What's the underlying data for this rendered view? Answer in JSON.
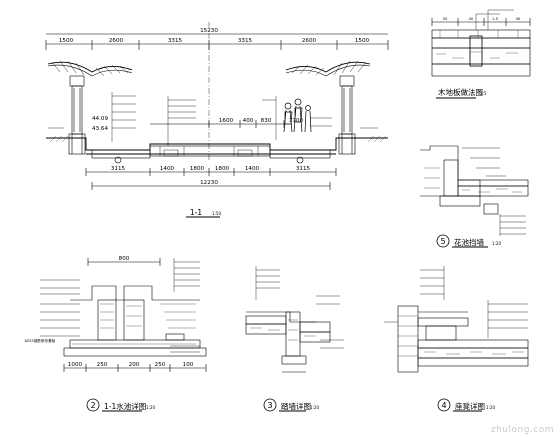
{
  "section_1": {
    "top_dims": [
      "1500",
      "2600",
      "3315",
      "3315",
      "2600",
      "1500"
    ],
    "overall_top": "15230",
    "mid_dims": [
      "1600",
      "400",
      "830",
      "1700"
    ],
    "bottom_dims": [
      "3115",
      "1400",
      "1800",
      "1800",
      "1400",
      "3115"
    ],
    "overall_bottom": "12230",
    "levels": [
      "44.09",
      "43.64"
    ],
    "title": "1-1",
    "scale": "1:50"
  },
  "wood_floor": {
    "title": "木地板做法图",
    "scale": "1:5",
    "top_dims": [
      "50",
      "40",
      "1.5",
      "40"
    ]
  },
  "detail_2": {
    "number": "2",
    "title": "1-1水池详图",
    "scale": "1:20",
    "dims": [
      "1000",
      "250",
      "200",
      "250",
      "100"
    ],
    "top_dim": "800",
    "note": "1Ø25钢筋条形基础"
  },
  "detail_3": {
    "number": "3",
    "title": "踏墙详图",
    "scale": "1:20"
  },
  "detail_4": {
    "number": "4",
    "title": "座凳详图",
    "scale": "1:20"
  },
  "detail_5": {
    "number": "5",
    "title": "花池挡墙",
    "scale": "1:20"
  },
  "watermark": "zhulong.com"
}
